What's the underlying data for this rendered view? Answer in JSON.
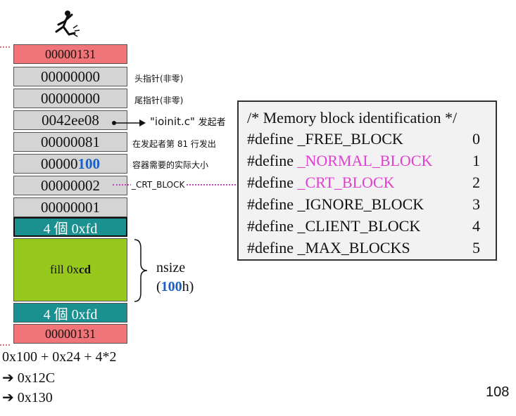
{
  "blocks": {
    "guard_top": "00000131",
    "row1": "00000000",
    "row2": "00000000",
    "row3": "0042ee08",
    "row4": "00000081",
    "row5_prefix": "00000",
    "row5_highlight": "100",
    "row6": "00000002",
    "row7": "00000001",
    "gap_top": "4 個 0xfd",
    "fill_prefix": "fill 0x",
    "fill_highlight": "cd",
    "gap_bottom": "4 個 0xfd",
    "guard_bottom": "00000131"
  },
  "annotations": {
    "head_pointer": "头指针(非零)",
    "tail_pointer": "尾指针(非零)",
    "filename": "\"ioinit.c\"",
    "initiator": "发起者",
    "line_note": "在发起者第 81 行发出",
    "size_note": "容器需要的实际大小",
    "crt_block": "_CRT_BLOCK",
    "nsize": "nsize",
    "nsize_open": "(",
    "nsize_value": "100",
    "nsize_close": "h)"
  },
  "code_box": {
    "comment": "/* Memory block identification */",
    "defines": [
      {
        "prefix": "#define ",
        "name": "_FREE_BLOCK",
        "value": "0",
        "highlight": false
      },
      {
        "prefix": "#define ",
        "name": "_NORMAL_BLOCK",
        "value": "1",
        "highlight": true
      },
      {
        "prefix": "#define ",
        "name": "_CRT_BLOCK",
        "value": "2",
        "highlight": true
      },
      {
        "prefix": "#define ",
        "name": "_IGNORE_BLOCK",
        "value": "3",
        "highlight": false
      },
      {
        "prefix": "#define ",
        "name": "_CLIENT_BLOCK",
        "value": "4",
        "highlight": false
      },
      {
        "prefix": "#define ",
        "name": "_MAX_BLOCKS",
        "value": "5",
        "highlight": false
      }
    ]
  },
  "calculation": {
    "line1": "0x100 + 0x24 + 4*2",
    "arrow": "➔",
    "line2": "0x12C",
    "line3": "0x130"
  },
  "page_number": "108",
  "colors": {
    "guard": "#f07478",
    "header": "#d4d4d4",
    "gap": "#1a9090",
    "fill": "#96c81e",
    "highlight_blue": "#1a5fc8",
    "highlight_magenta": "#e040d0",
    "code_bg": "#f2f2f2"
  }
}
